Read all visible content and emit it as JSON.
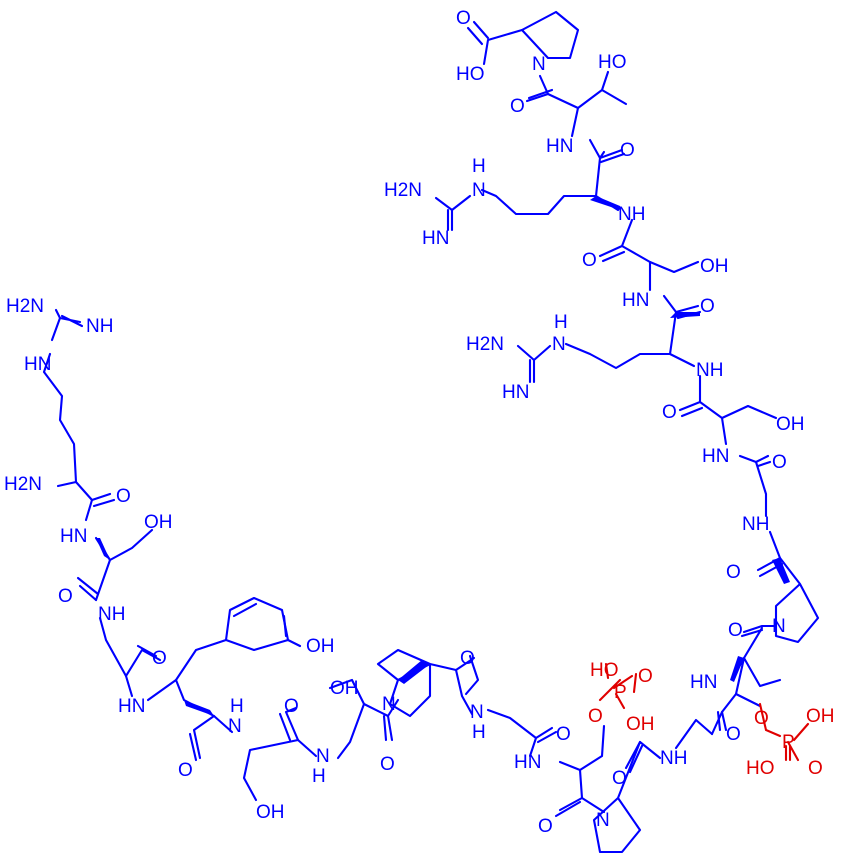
{
  "colors": {
    "bond": "#0000ff",
    "phosphate": "#e00000",
    "background": "#ffffff"
  },
  "atom_labels": [
    {
      "id": "top-carbonyl-o",
      "text": "O"
    },
    {
      "id": "top-cooh",
      "text": "HO"
    },
    {
      "id": "pro-top-n",
      "text": "N"
    },
    {
      "id": "thr-top-oh",
      "text": "HO"
    },
    {
      "id": "thr-top-carbonyl-o",
      "text": "O"
    },
    {
      "id": "nh-1",
      "text": "HN"
    },
    {
      "id": "arg-top-carbonyl-o",
      "text": "O"
    },
    {
      "id": "arg-top-h2n",
      "text": "H2N"
    },
    {
      "id": "arg-top-nh",
      "text": "N"
    },
    {
      "id": "arg-top-h",
      "text": "H"
    },
    {
      "id": "arg-top-hn",
      "text": "HN"
    },
    {
      "id": "nh-2",
      "text": "NH"
    },
    {
      "id": "ser-top-carbonyl-o",
      "text": "O"
    },
    {
      "id": "ser-top-oh",
      "text": "OH"
    },
    {
      "id": "nh-3",
      "text": "HN"
    },
    {
      "id": "arg2-carbonyl-o",
      "text": "O"
    },
    {
      "id": "arg2-h2n",
      "text": "H2N"
    },
    {
      "id": "arg2-nh-n",
      "text": "N"
    },
    {
      "id": "arg2-nh-h",
      "text": "H"
    },
    {
      "id": "arg2-hn",
      "text": "HN"
    },
    {
      "id": "nh-4",
      "text": "NH"
    },
    {
      "id": "ser2-carbonyl-o",
      "text": "O"
    },
    {
      "id": "ser2-oh",
      "text": "OH"
    },
    {
      "id": "nh-5",
      "text": "HN"
    },
    {
      "id": "gly-carbonyl-o",
      "text": "O"
    },
    {
      "id": "nh-6",
      "text": "NH"
    },
    {
      "id": "pro-right-o",
      "text": "O"
    },
    {
      "id": "pro-right-n",
      "text": "N"
    },
    {
      "id": "thr-p-carbonyl-o",
      "text": "O"
    },
    {
      "id": "nh-7",
      "text": "HN"
    },
    {
      "id": "thr-p-o",
      "text": "O"
    },
    {
      "id": "thr-p-p",
      "text": "P"
    },
    {
      "id": "thr-p-oh-1",
      "text": "OH"
    },
    {
      "id": "thr-p-ho",
      "text": "HO"
    },
    {
      "id": "thr-p-o-dbl",
      "text": "O"
    },
    {
      "id": "gly2-carbonyl-o",
      "text": "O"
    },
    {
      "id": "nh-8",
      "text": "NH"
    },
    {
      "id": "pro-bottom-o",
      "text": "O"
    },
    {
      "id": "pro-bottom-n",
      "text": "N"
    },
    {
      "id": "ser-p-carbonyl-o",
      "text": "O"
    },
    {
      "id": "ser-p-ho",
      "text": "HO"
    },
    {
      "id": "ser-p-p",
      "text": "P"
    },
    {
      "id": "ser-p-o-dbl",
      "text": "O"
    },
    {
      "id": "ser-p-o",
      "text": "O"
    },
    {
      "id": "ser-p-oh",
      "text": "OH"
    },
    {
      "id": "nh-9",
      "text": "HN"
    },
    {
      "id": "gly3-carbonyl-o",
      "text": "O"
    },
    {
      "id": "nh-10",
      "text": "N"
    },
    {
      "id": "nh-10-h",
      "text": "H"
    },
    {
      "id": "pro-mid-o",
      "text": "O"
    },
    {
      "id": "pro-mid-n",
      "text": "N"
    },
    {
      "id": "ser3-oh",
      "text": "OH"
    },
    {
      "id": "ser3-carbonyl-o",
      "text": "O"
    },
    {
      "id": "nh-11",
      "text": "N"
    },
    {
      "id": "nh-11-h",
      "text": "H"
    },
    {
      "id": "ser4-carbonyl-o",
      "text": "O"
    },
    {
      "id": "nh-12",
      "text": "N"
    },
    {
      "id": "nh-12-h",
      "text": "H"
    },
    {
      "id": "ser4-oh",
      "text": "OH"
    },
    {
      "id": "tyr-oh",
      "text": "OH"
    },
    {
      "id": "tyr-carbonyl-o",
      "text": "O"
    },
    {
      "id": "nh-13",
      "text": "HN"
    },
    {
      "id": "gly4-carbonyl-o",
      "text": "O"
    },
    {
      "id": "nh-14",
      "text": "NH"
    },
    {
      "id": "ser5-carbonyl-o",
      "text": "O"
    },
    {
      "id": "ser5-oh",
      "text": "OH"
    },
    {
      "id": "nh-15",
      "text": "HN"
    },
    {
      "id": "arg1-carbonyl-o",
      "text": "O"
    },
    {
      "id": "arg1-h2n-alpha",
      "text": "H2N"
    },
    {
      "id": "arg1-hn",
      "text": "HN"
    },
    {
      "id": "arg1-h2n",
      "text": "H2N"
    },
    {
      "id": "arg1-nh",
      "text": "NH"
    }
  ]
}
